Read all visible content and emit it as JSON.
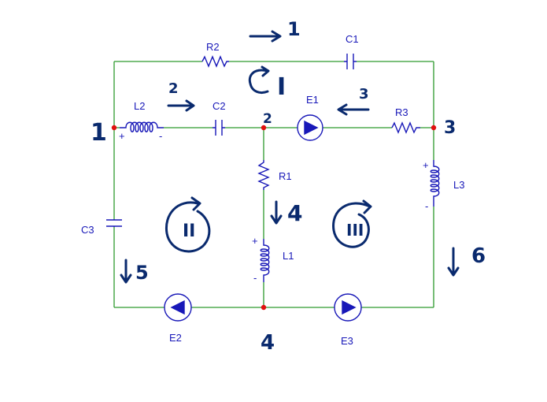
{
  "colors": {
    "wire": "#2e9a2e",
    "component": "#1818b8",
    "node": "#e01010",
    "handwriting": "#0a2a6e"
  },
  "components": {
    "r2": "R2",
    "c1": "C1",
    "l2": "L2",
    "c2": "C2",
    "e1": "E1",
    "r3": "R3",
    "r1": "R1",
    "l3": "L3",
    "c3": "C3",
    "l1": "L1",
    "e2": "E2",
    "e3": "E3"
  },
  "polarity": {
    "l2_plus": "+",
    "l2_minus": "-",
    "l3_plus": "+",
    "l3_minus": "-",
    "l1_plus": "+",
    "l1_minus": "-"
  },
  "annotations": {
    "node1": "1",
    "node2": "2",
    "node3": "3",
    "node4": "4",
    "branch1": "1",
    "branch2": "2",
    "branch3": "3",
    "branch4": "4",
    "branch5": "5",
    "branch6": "6",
    "loop1": "I",
    "loop2": "II",
    "loop3": "III"
  }
}
